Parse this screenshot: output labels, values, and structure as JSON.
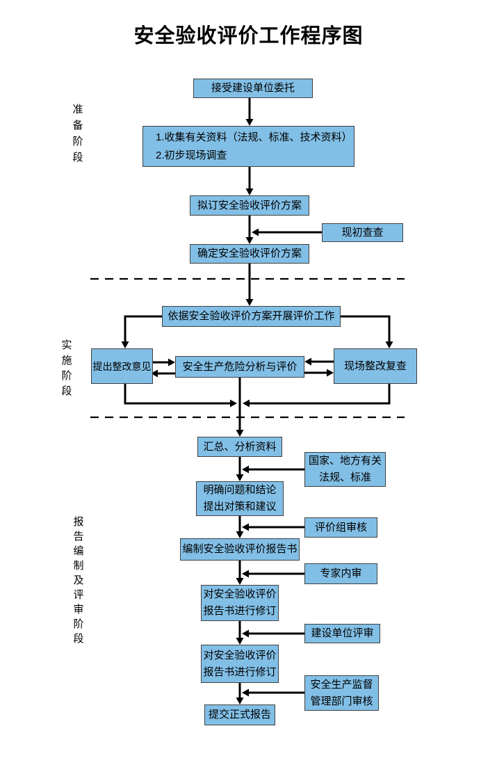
{
  "title": "安全验收评价工作程序图",
  "stage_labels": {
    "preparation": "准\n备\n阶\n段",
    "implementation": "实\n施\n阶\n段",
    "reporting": "报\n告\n编\n制\n及\n评\n审\n阶\n段"
  },
  "nodes": {
    "accept": "接受建设单位委托",
    "collect": "1.收集有关资料（法规、标准、技术资料）\n2.初步现场调查",
    "draft_plan": "拟订安全验收评价方案",
    "site_precheck": "现初查查",
    "confirm_plan": "确定安全验收评价方案",
    "carry_out": "依据安全验收评价方案开展评价工作",
    "propose_rectify": "提出整改意见",
    "risk_analysis": "安全生产危险分析与评价",
    "site_recheck": "现场整改复查",
    "summarize": "汇总、分析资料",
    "laws_standards": "国家、地方有关\n法规、标准",
    "clarify_conclusions": "明确问题和结论\n提出对策和建议",
    "team_review": "评价组审核",
    "compile_report": "编制安全验收评价报告书",
    "expert_review": "专家内审",
    "revise_report_1": "对安全验收评价\n报告书进行修订",
    "client_review": "建设单位评审",
    "revise_report_2": "对安全验收评价\n报告书进行修订",
    "authority_review": "安全生产监督\n管理部门审核",
    "submit_report": "提交正式报告"
  },
  "colors": {
    "box_fill": "#82bfe6",
    "box_border": "#404040",
    "line": "#000000"
  }
}
